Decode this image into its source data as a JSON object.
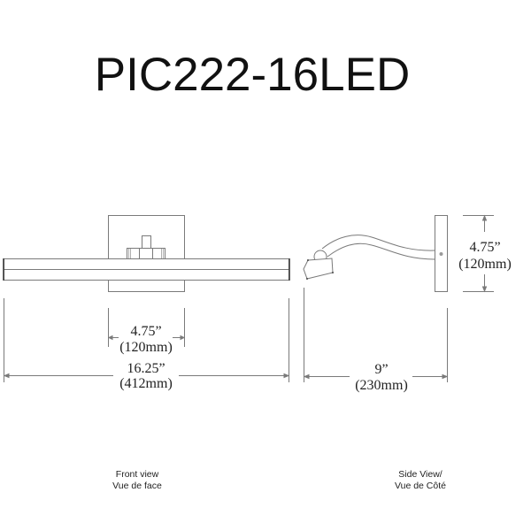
{
  "title": "PIC222-16LED",
  "front_view": {
    "caption_line1": "Front view",
    "caption_line2": "Vue de face",
    "dimensions": {
      "backplate_width_in": "4.75”",
      "backplate_width_mm": "(120mm)",
      "overall_width_in": "16.25”",
      "overall_width_mm": "(412mm)"
    }
  },
  "side_view": {
    "caption_line1": "Side View/",
    "caption_line2": "Vue de Côté",
    "dimensions": {
      "backplate_height_in": "4.75”",
      "backplate_height_mm": "(120mm)",
      "projection_in": "9”",
      "projection_mm": "(230mm)"
    }
  },
  "colors": {
    "line": "#7a7a7a",
    "text": "#222222",
    "background": "#ffffff"
  }
}
